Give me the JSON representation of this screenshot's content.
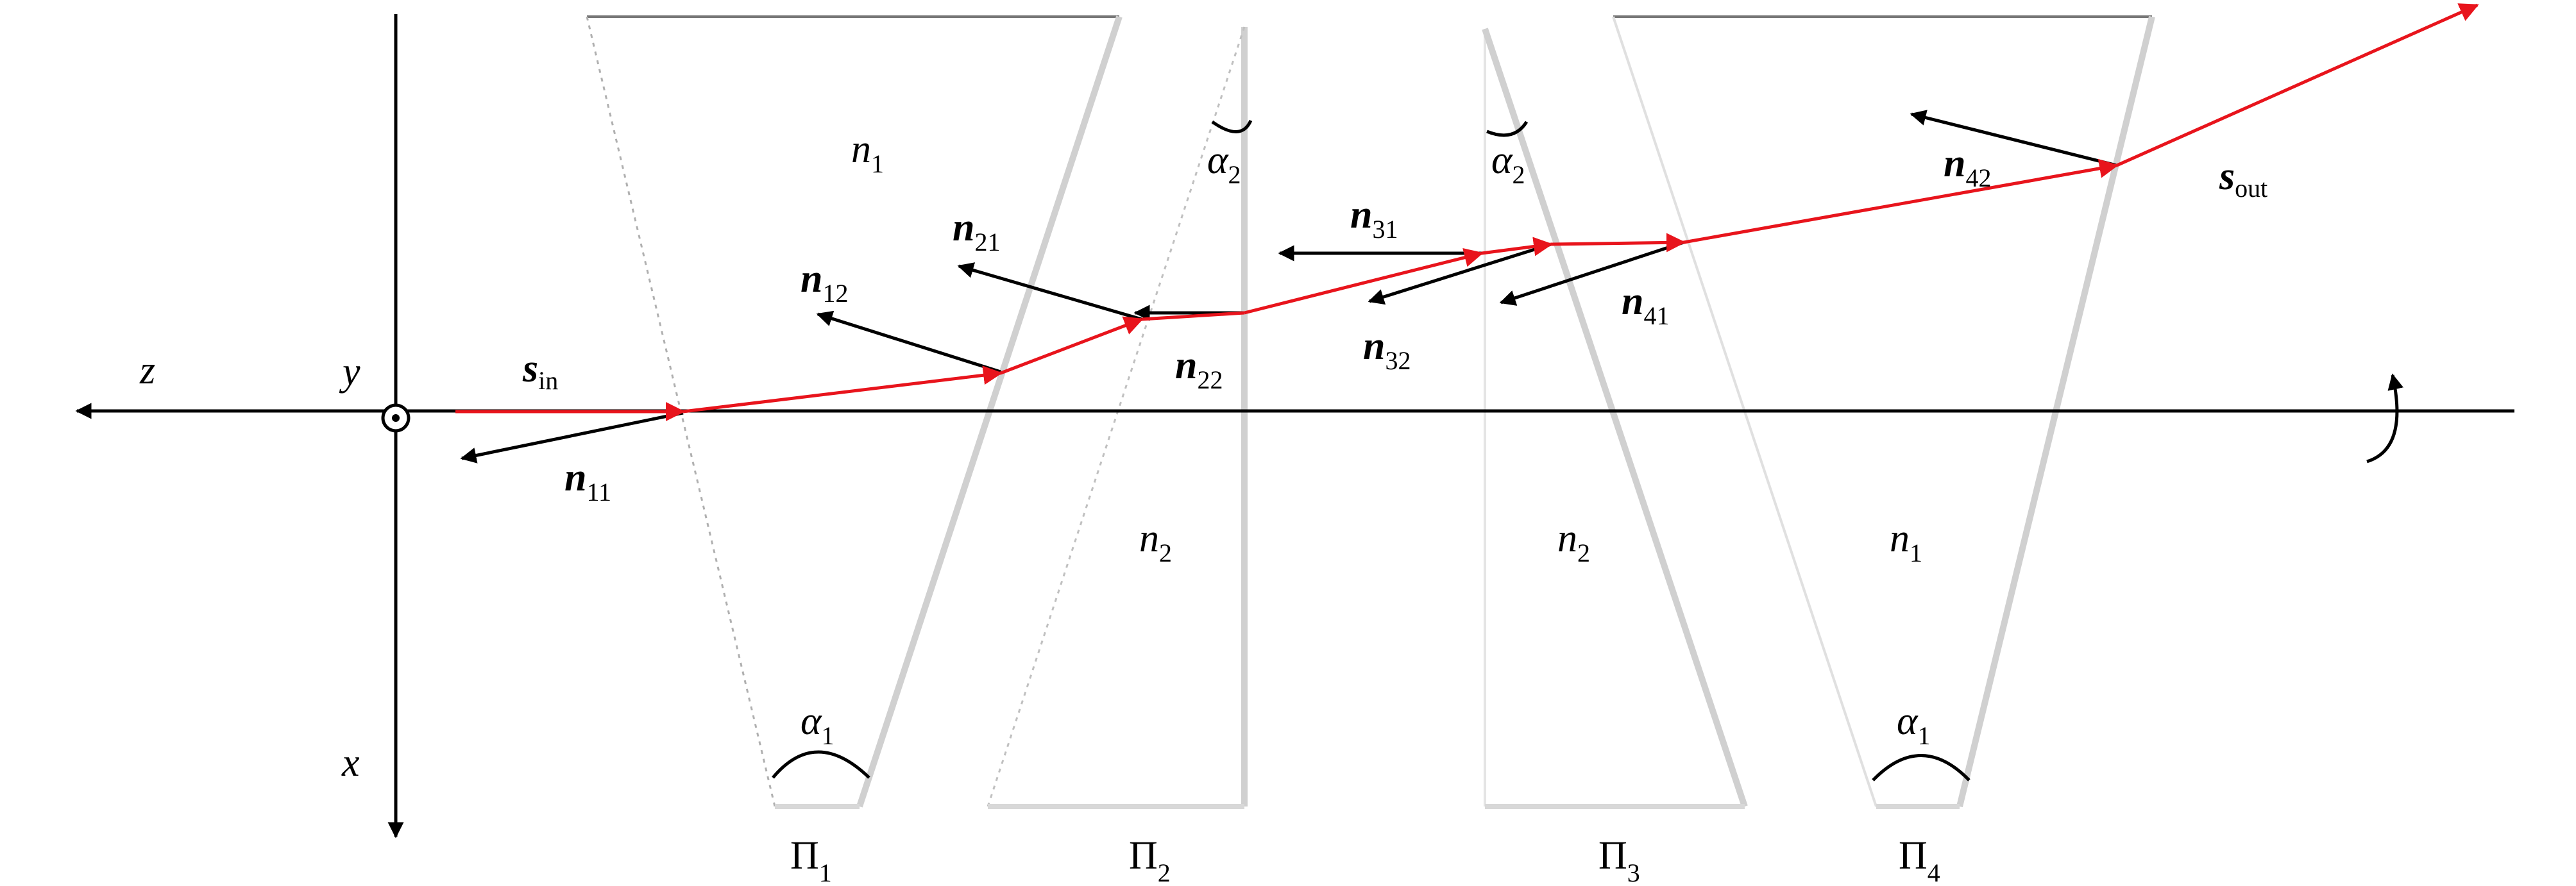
{
  "colors": {
    "ray": "#e8141c",
    "normal": "#000000",
    "axis": "#000000",
    "prism_edge": "#c8c8c8",
    "background": "#ffffff"
  },
  "axes": {
    "z": "z",
    "y": "y",
    "x": "x"
  },
  "prisms": {
    "p1": {
      "base": "Π",
      "sub": "1",
      "index": "n",
      "index_sub": "1",
      "angle": "α",
      "angle_sub": "1"
    },
    "p2": {
      "base": "Π",
      "sub": "2",
      "index": "n",
      "index_sub": "2",
      "angle": "α",
      "angle_sub": "2"
    },
    "p3": {
      "base": "Π",
      "sub": "3",
      "index": "n",
      "index_sub": "2",
      "angle": "α",
      "angle_sub": "2"
    },
    "p4": {
      "base": "Π",
      "sub": "4",
      "index": "n",
      "index_sub": "1",
      "angle": "α",
      "angle_sub": "1"
    }
  },
  "beams": {
    "in": {
      "base": "s",
      "sub": "in"
    },
    "out": {
      "base": "s",
      "sub": "out"
    }
  },
  "normals": {
    "n11": {
      "base": "n",
      "sub": "11"
    },
    "n12": {
      "base": "n",
      "sub": "12"
    },
    "n21": {
      "base": "n",
      "sub": "21"
    },
    "n22": {
      "base": "n",
      "sub": "22"
    },
    "n31": {
      "base": "n",
      "sub": "31"
    },
    "n32": {
      "base": "n",
      "sub": "32"
    },
    "n41": {
      "base": "n",
      "sub": "41"
    },
    "n42": {
      "base": "n",
      "sub": "42"
    }
  }
}
